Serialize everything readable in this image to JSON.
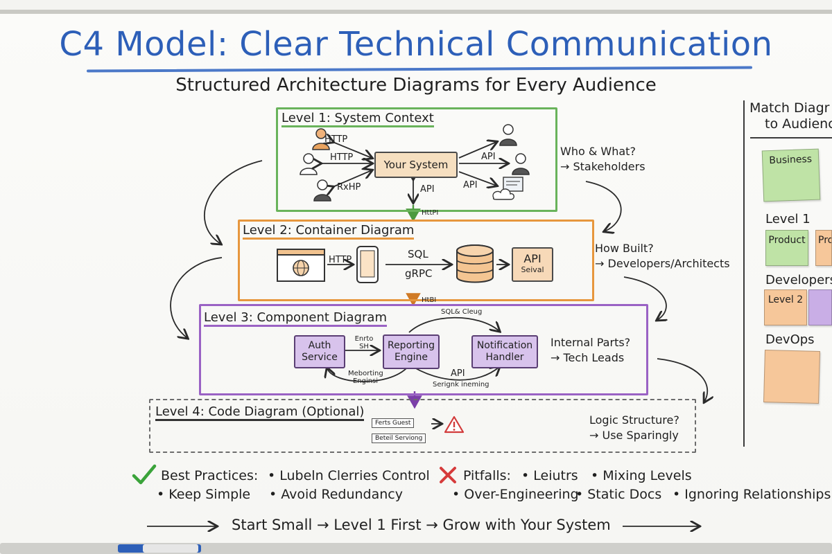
{
  "title": "C4 Model: Clear Technical Communication",
  "subtitle": "Structured Architecture Diagrams for Every Audience",
  "level1": {
    "title": "Level 1: System Context",
    "system": "Your System",
    "labels": {
      "http1": "HTTP",
      "http2": "HTTP",
      "http3": "RxHP",
      "api_right1": "API",
      "api_right2": "API",
      "api_down": "API",
      "api_between": "HttPI"
    }
  },
  "level2": {
    "title": "Level 2: Container Diagram",
    "labels": {
      "http": "HTTP",
      "sql": "SQL",
      "grpc": "gRPC",
      "api_between": "HtBI"
    },
    "api_server": {
      "line1": "API",
      "line2": "Seival"
    }
  },
  "level3": {
    "title": "Level 3: Component Diagram",
    "components": {
      "auth": [
        "Auth",
        "Service"
      ],
      "reporting": [
        "Reporting",
        "Engine"
      ],
      "notification": [
        "Notification",
        "Handler"
      ]
    },
    "labels": {
      "top": "SQL& Cleug",
      "auth_to_rep": "Enrto SH",
      "bottom_left": "Meborting Enginsi",
      "api": "API",
      "bottom_right": "Serignk ineming"
    }
  },
  "level4": {
    "title": "Level 4: Code Diagram (Optional)",
    "items": [
      "Ferts Guest",
      "Beteil Serviong"
    ]
  },
  "notes": {
    "who": [
      "Who & What?",
      "→ Stakeholders"
    ],
    "how": [
      "How Built?",
      "→ Developers/Architects"
    ],
    "internal": [
      "Internal Parts?",
      "→ Tech Leads"
    ],
    "logic": [
      "Logic Structure?",
      "→ Use Sparingly"
    ]
  },
  "sidebar": {
    "heading": [
      "Match Diagr",
      "to Audienc"
    ],
    "business": "Business",
    "level1": "Level 1",
    "product1": "Product",
    "product2": "Pro",
    "developers": "Developers",
    "level2": "Level 2",
    "devops": "DevOps"
  },
  "best_practices": {
    "label": "Best Practices:",
    "items": [
      "• Lubeln Clerries Control",
      "• Keep Simple",
      "• Avoid Redundancy"
    ]
  },
  "pitfalls": {
    "label": "Pitfalls:",
    "items": [
      "• Leiutrs",
      "• Mixing Levels",
      "• Over-Engineering",
      "• Static Docs",
      "• Ignoring Relationships"
    ]
  },
  "flow": "Start Small → Level 1 First → Grow with Your System",
  "colors": {
    "title": "#2d5fb8",
    "level1": "#69b35b",
    "level2": "#e7973d",
    "level3": "#9a62c4",
    "check": "#3aa33a",
    "cross": "#d63b3b",
    "sticky_green": "#bfe3a6",
    "sticky_orange": "#f6c79a",
    "sticky_purple": "#c9aee6"
  },
  "icons": [
    "person-icon",
    "globe-window-icon",
    "mobile-icon",
    "database-icon",
    "warning-icon",
    "cloud-icon",
    "check-icon",
    "cross-icon"
  ]
}
